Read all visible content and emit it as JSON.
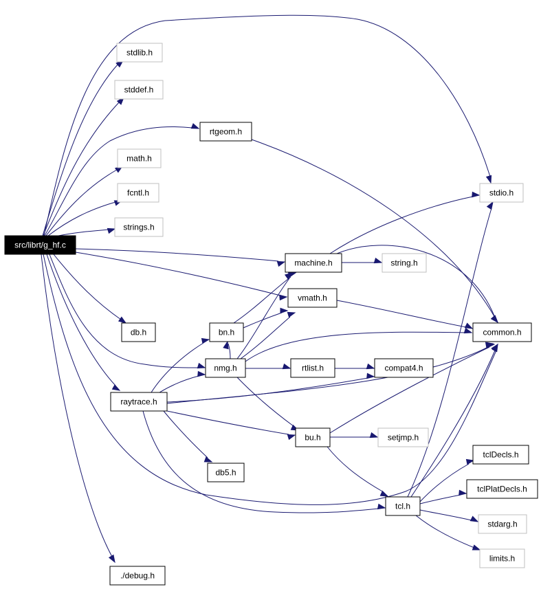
{
  "root": "src/librt/g_hf.c",
  "nodes": {
    "root": "src/librt/g_hf.c",
    "stdlib": "stdlib.h",
    "stddef": "stddef.h",
    "rtgeom": "rtgeom.h",
    "math": "math.h",
    "fcntl": "fcntl.h",
    "strings": "strings.h",
    "stdio": "stdio.h",
    "machine": "machine.h",
    "string": "string.h",
    "vmath": "vmath.h",
    "db": "db.h",
    "bn": "bn.h",
    "common": "common.h",
    "nmg": "nmg.h",
    "rtlist": "rtlist.h",
    "compat4": "compat4.h",
    "raytrace": "raytrace.h",
    "bu": "bu.h",
    "setjmp": "setjmp.h",
    "tclDecls": "tclDecls.h",
    "db5": "db5.h",
    "tcl": "tcl.h",
    "tclPlatDecls": "tclPlatDecls.h",
    "stdarg": "stdarg.h",
    "limits": "limits.h",
    "debug": "./debug.h"
  },
  "colors": {
    "edge": "#191970",
    "root_fill": "#000000",
    "node_border": "#000000",
    "external_border": "#bfbfbf"
  }
}
